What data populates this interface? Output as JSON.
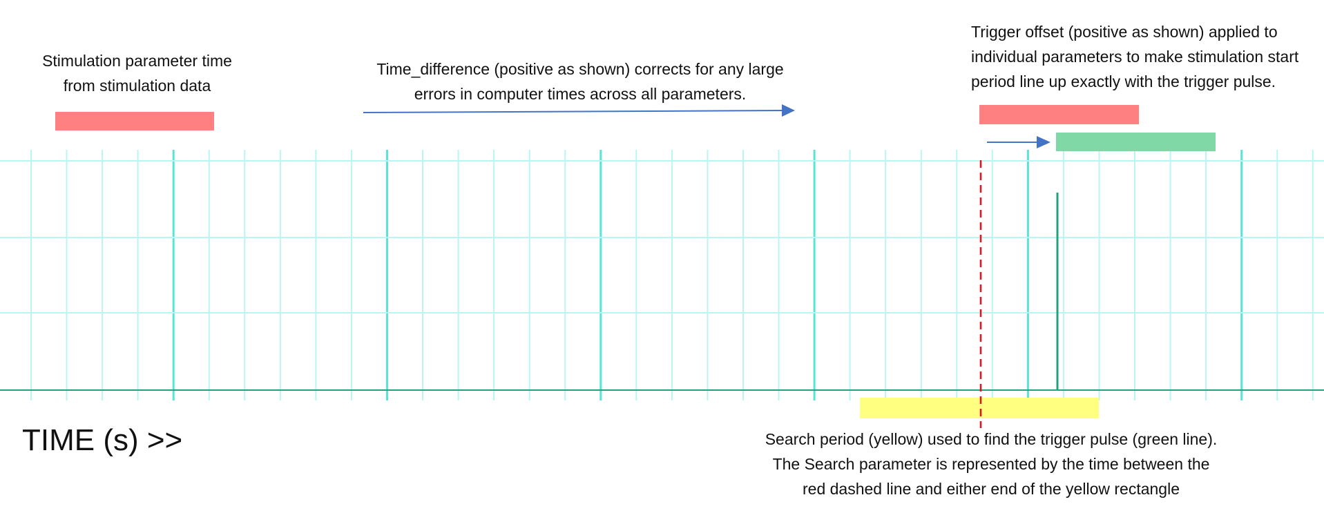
{
  "labels": {
    "stimulation_parameter": "Stimulation parameter time\nfrom stimulation data",
    "time_difference": "Time_difference (positive as shown) corrects for any large\nerrors in computer times across all parameters.",
    "trigger_offset": "Trigger offset (positive as shown) applied to\nindividual parameters to make stimulation start\nperiod line up exactly with the trigger pulse.",
    "search_period": "Search period (yellow) used to find the trigger pulse (green line).\nThe Search parameter is represented by the time between the\nred dashed line and either end of the yellow rectangle",
    "time_axis": "TIME (s) >>"
  },
  "colors": {
    "grid_minor": "#b8f6f2",
    "grid_major": "#58e4d8",
    "baseline": "#1fa37e",
    "stim_red": "#ff8080",
    "stim_green": "#7fd8a6",
    "search_yellow": "#ffff80",
    "arrow_blue": "#4472c4",
    "dashed_red": "#e8101a",
    "trigger_pulse": "#1fa37e"
  }
}
